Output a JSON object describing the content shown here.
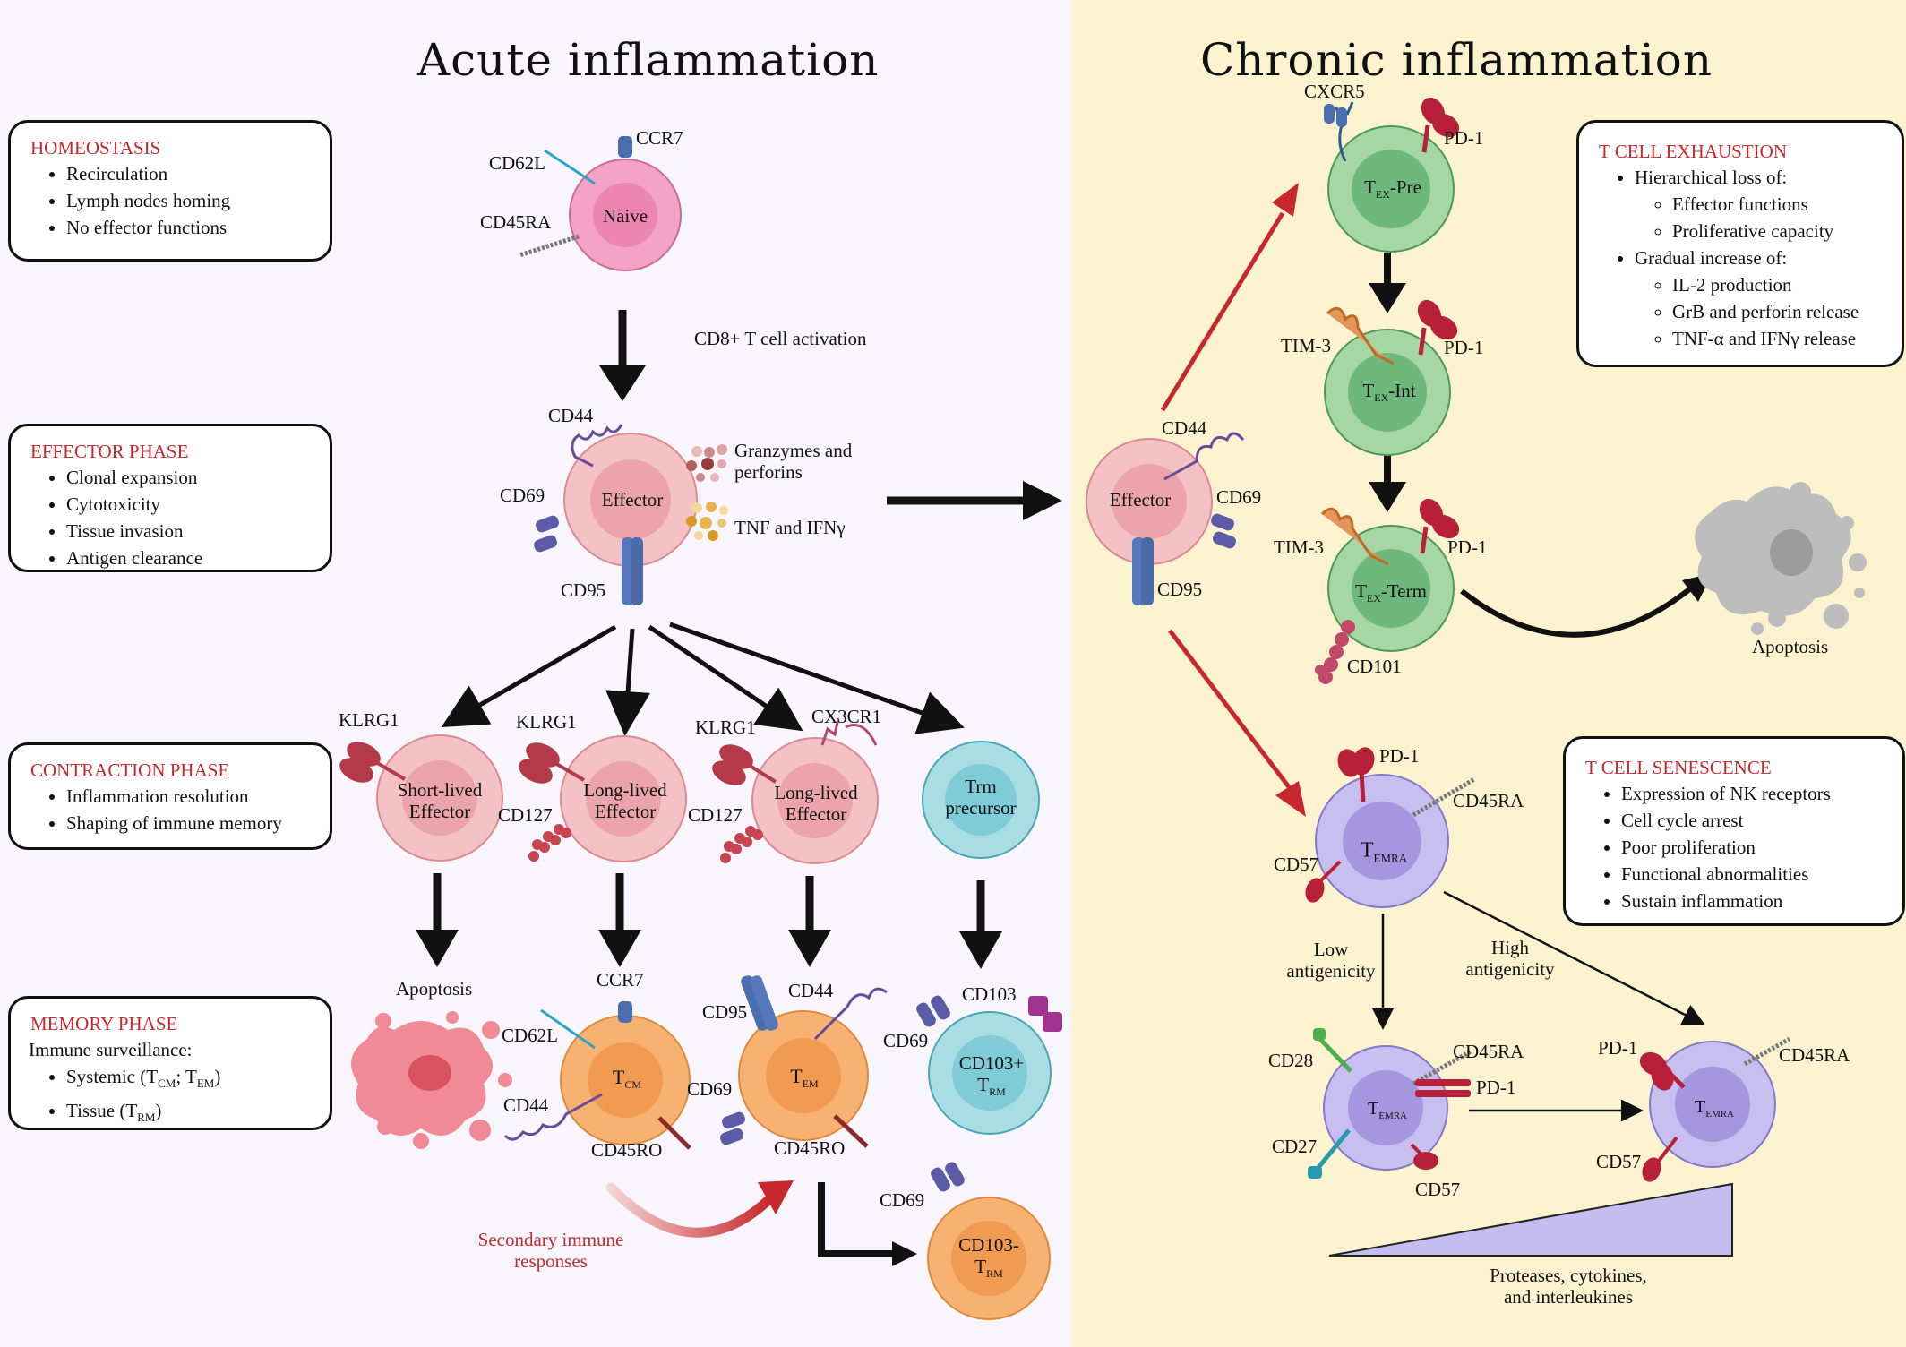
{
  "titles": {
    "acute": "Acute inflammation",
    "chronic": "Chronic inflammation"
  },
  "boxes": {
    "homeostasis": {
      "title": "HOMEOSTASIS",
      "items": [
        "Recirculation",
        "Lymph nodes homing",
        "No effector functions"
      ]
    },
    "effector": {
      "title": "EFFECTOR PHASE",
      "items": [
        "Clonal expansion",
        "Cytotoxicity",
        "Tissue invasion",
        "Antigen clearance"
      ]
    },
    "contraction": {
      "title": "CONTRACTION PHASE",
      "items": [
        "Inflammation resolution",
        "Shaping of immune memory"
      ]
    },
    "memory": {
      "title": "MEMORY PHASE",
      "intro": "Immune surveillance:",
      "items": [
        {
          "text": "Systemic (T",
          "sub1": "CM",
          "mid": "; T",
          "sub2": "EM",
          "end": ")"
        },
        {
          "text": "Tissue (T",
          "sub1": "RM",
          "end": ")"
        }
      ]
    },
    "exhaustion": {
      "title": "T CELL EXHAUSTION",
      "group1": "Hierarchical loss of:",
      "group1_items": [
        "Effector functions",
        "Proliferative capacity"
      ],
      "group2": "Gradual increase of:",
      "group2_items": [
        "IL-2 production",
        "GrB and perforin release",
        "TNF-α and IFNγ release"
      ]
    },
    "senescence": {
      "title": "T CELL SENESCENCE",
      "items": [
        "Expression of NK receptors",
        "Cell cycle arrest",
        "Poor proliferation",
        "Functional abnormalities",
        "Sustain inflammation"
      ]
    }
  },
  "cells": {
    "naive": "Naive",
    "effector_left": "Effector",
    "short_lived": [
      "Short-lived",
      "Effector"
    ],
    "long_lived_1": [
      "Long-lived",
      "Effector"
    ],
    "long_lived_2": [
      "Long-lived",
      "Effector"
    ],
    "trm_precursor": [
      "Trm",
      "precursor"
    ],
    "tcm": {
      "t": "T",
      "sub": "CM"
    },
    "tem": {
      "t": "T",
      "sub": "EM"
    },
    "cd103_pos": {
      "line1": "CD103+",
      "t": "T",
      "sub": "RM"
    },
    "cd103_neg": {
      "line1": "CD103-",
      "t": "T",
      "sub": "RM"
    },
    "effector_right": "Effector",
    "tex_pre": {
      "t": "T",
      "sub": "EX",
      "rest": "-Pre"
    },
    "tex_int": {
      "t": "T",
      "sub": "EX",
      "rest": "-Int"
    },
    "tex_term": {
      "t": "T",
      "sub": "EX",
      "rest": "-Term"
    },
    "temra": {
      "t": "T",
      "sub": "EMRA"
    }
  },
  "labels": {
    "cd62l": "CD62L",
    "ccr7": "CCR7",
    "cd45ra": "CD45RA",
    "activation": "CD8+ T cell activation",
    "cd44": "CD44",
    "cd69": "CD69",
    "cd95": "CD95",
    "granzymes": [
      "Granzymes and",
      "perforins"
    ],
    "tnf": "TNF and IFNγ",
    "klrg1": "KLRG1",
    "cd127": "CD127",
    "cx3cr1": "CX3CR1",
    "apoptosis": "Apoptosis",
    "cd45ro": "CD45RO",
    "cd103": "CD103",
    "secondary": [
      "Secondary immune",
      "responses"
    ],
    "cxcr5": "CXCR5",
    "pd1": "PD-1",
    "tim3": "TIM-3",
    "cd101": "CD101",
    "cd57": "CD57",
    "cd28": "CD28",
    "cd27": "CD27",
    "low_antigenicity": [
      "Low",
      "antigenicity"
    ],
    "high_antigenicity": [
      "High",
      "antigenicity"
    ],
    "proteases": [
      "Proteases, cytokines,",
      "and interleukines"
    ]
  },
  "colors": {
    "heading_red": "#c8282d",
    "naive_pink": "#f3a3c3",
    "effector_pink": "#f4c1c5",
    "trm_teal": "#a8dde4",
    "memory_orange": "#f7b272",
    "tex_green": "#a6d6a3",
    "temra_violet": "#c6bff0",
    "chronic_bg": "#fbf3cf",
    "acute_bg": "#f8f5fc"
  }
}
